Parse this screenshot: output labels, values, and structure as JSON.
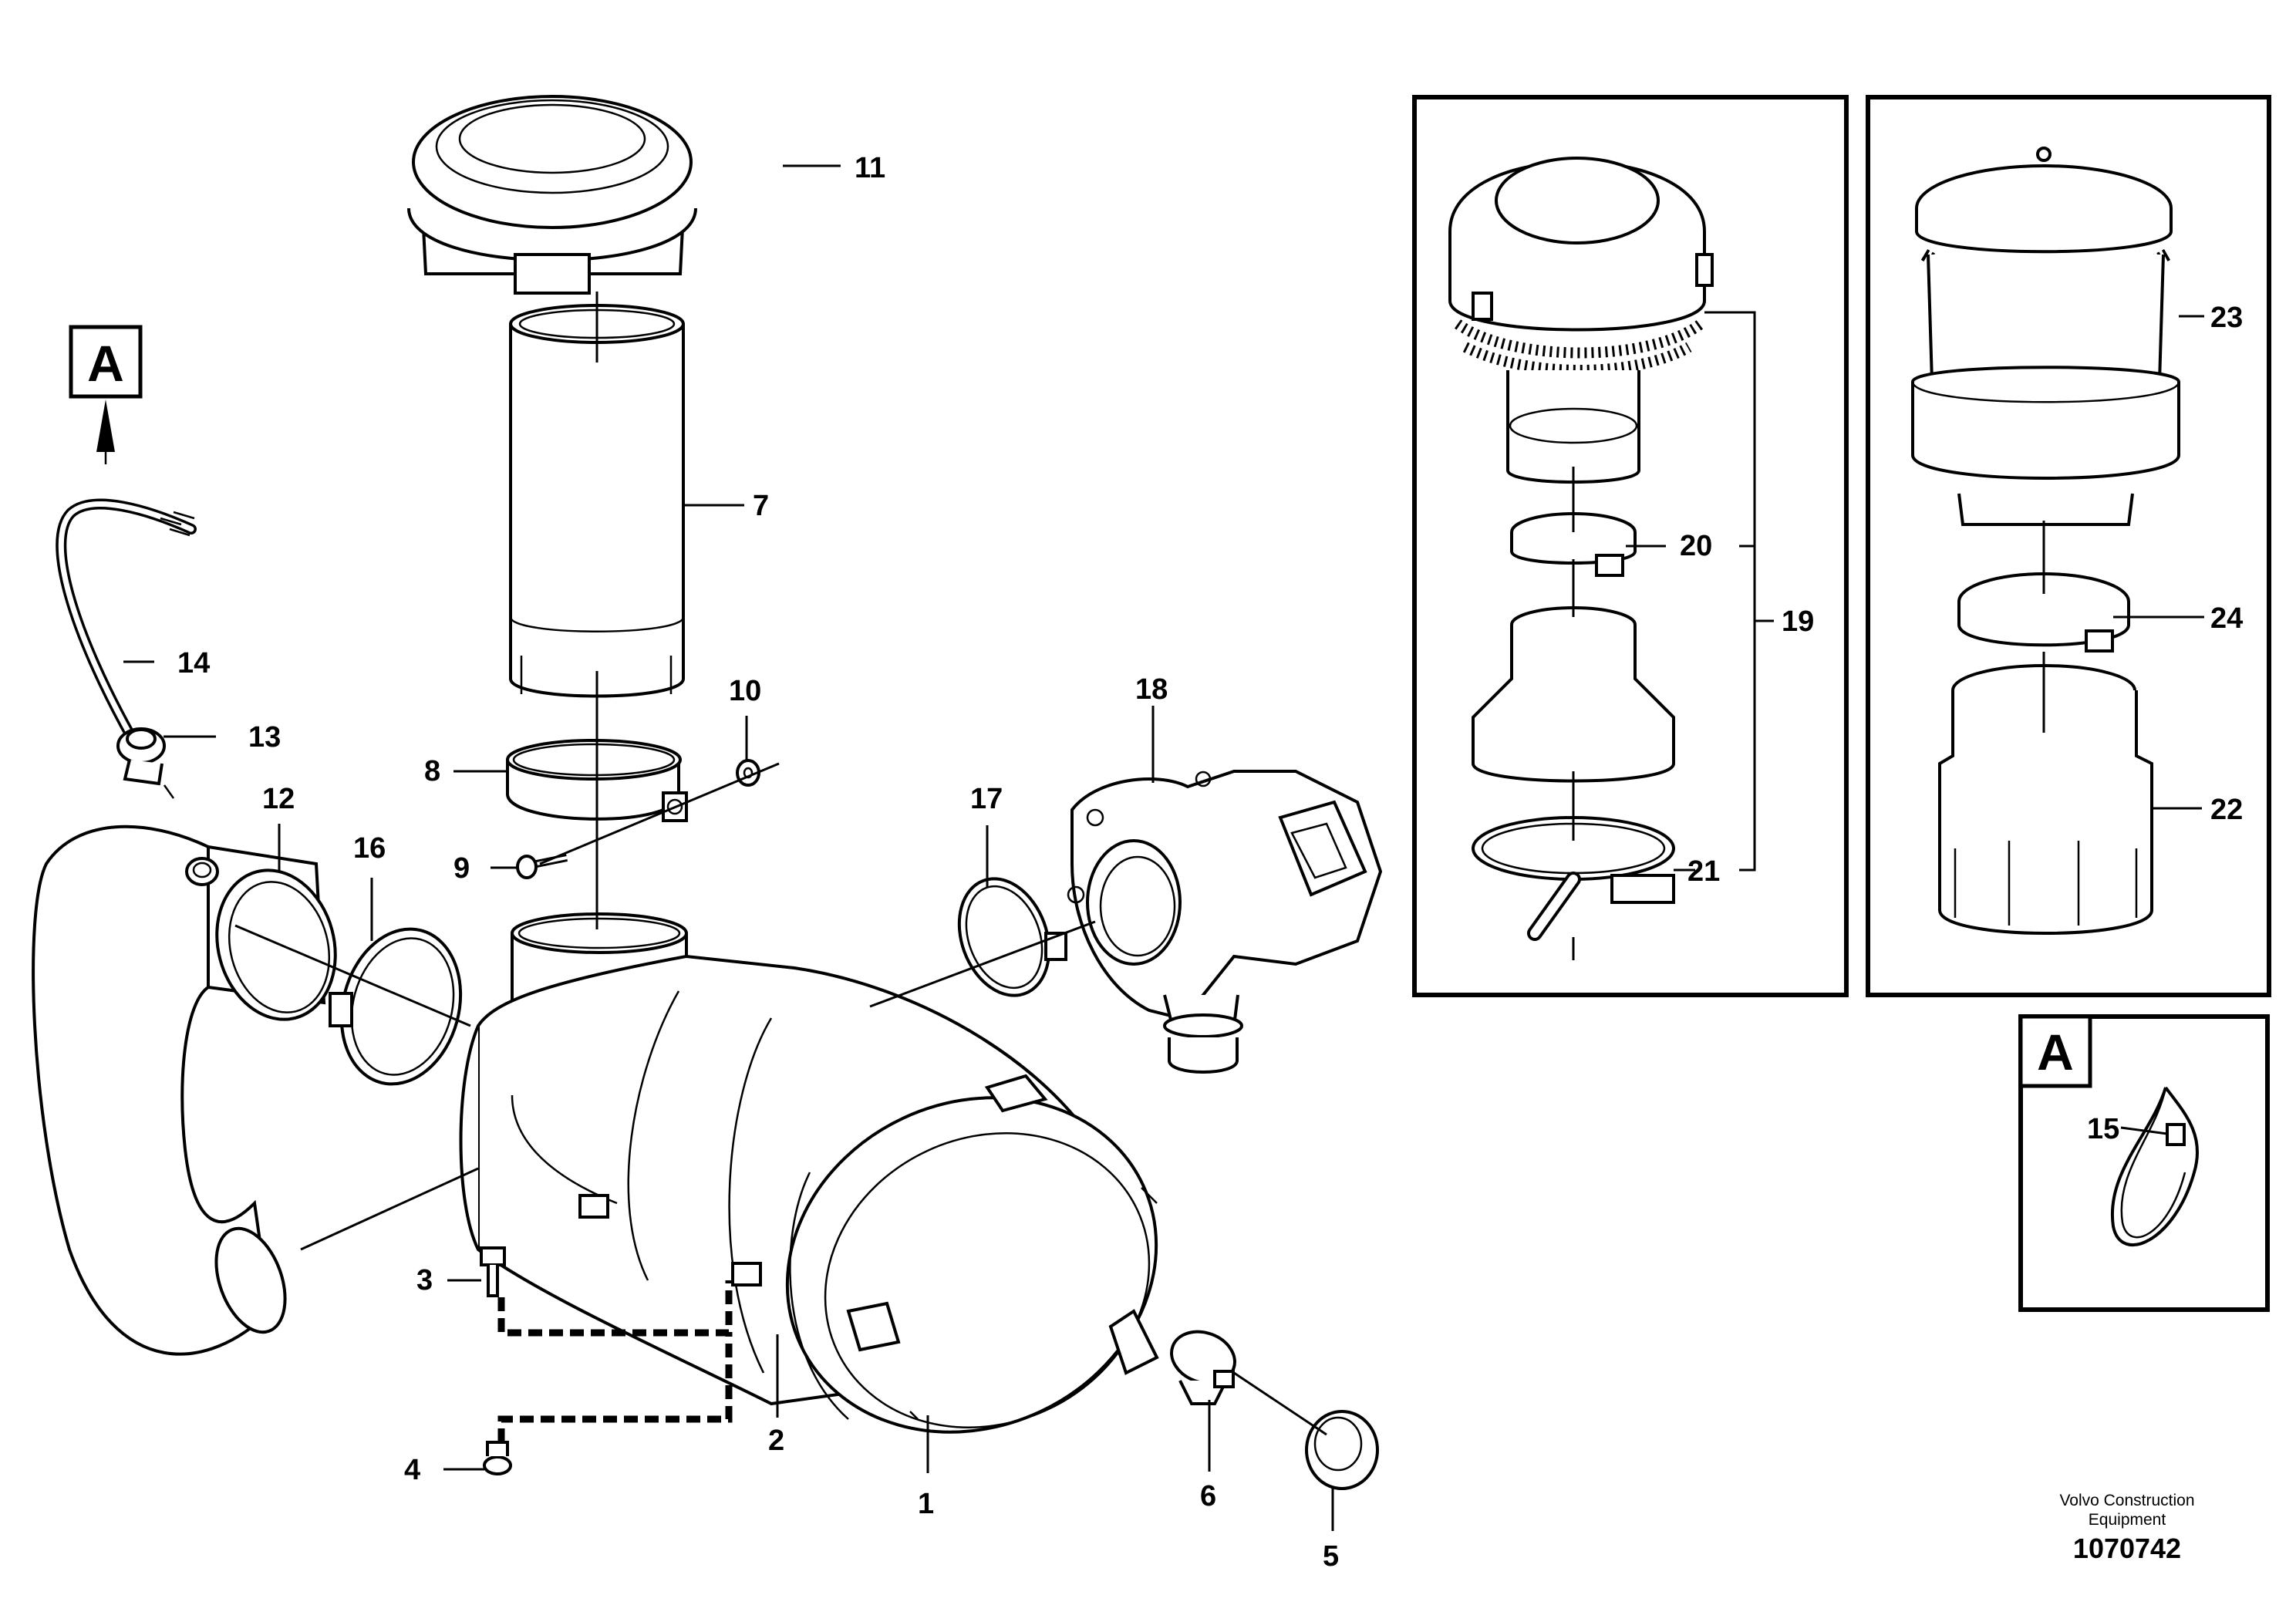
{
  "diagram": {
    "detail_box_letter": "A",
    "detail_ref_letter": "A",
    "part_numbers": [
      "1",
      "2",
      "3",
      "4",
      "5",
      "6",
      "7",
      "8",
      "9",
      "10",
      "11",
      "12",
      "13",
      "14",
      "15",
      "16",
      "17",
      "18",
      "19",
      "20",
      "21",
      "22",
      "23",
      "24"
    ],
    "manufacturer_line1": "Volvo Construction",
    "manufacturer_line2": "Equipment",
    "figure_number": "1070742"
  }
}
